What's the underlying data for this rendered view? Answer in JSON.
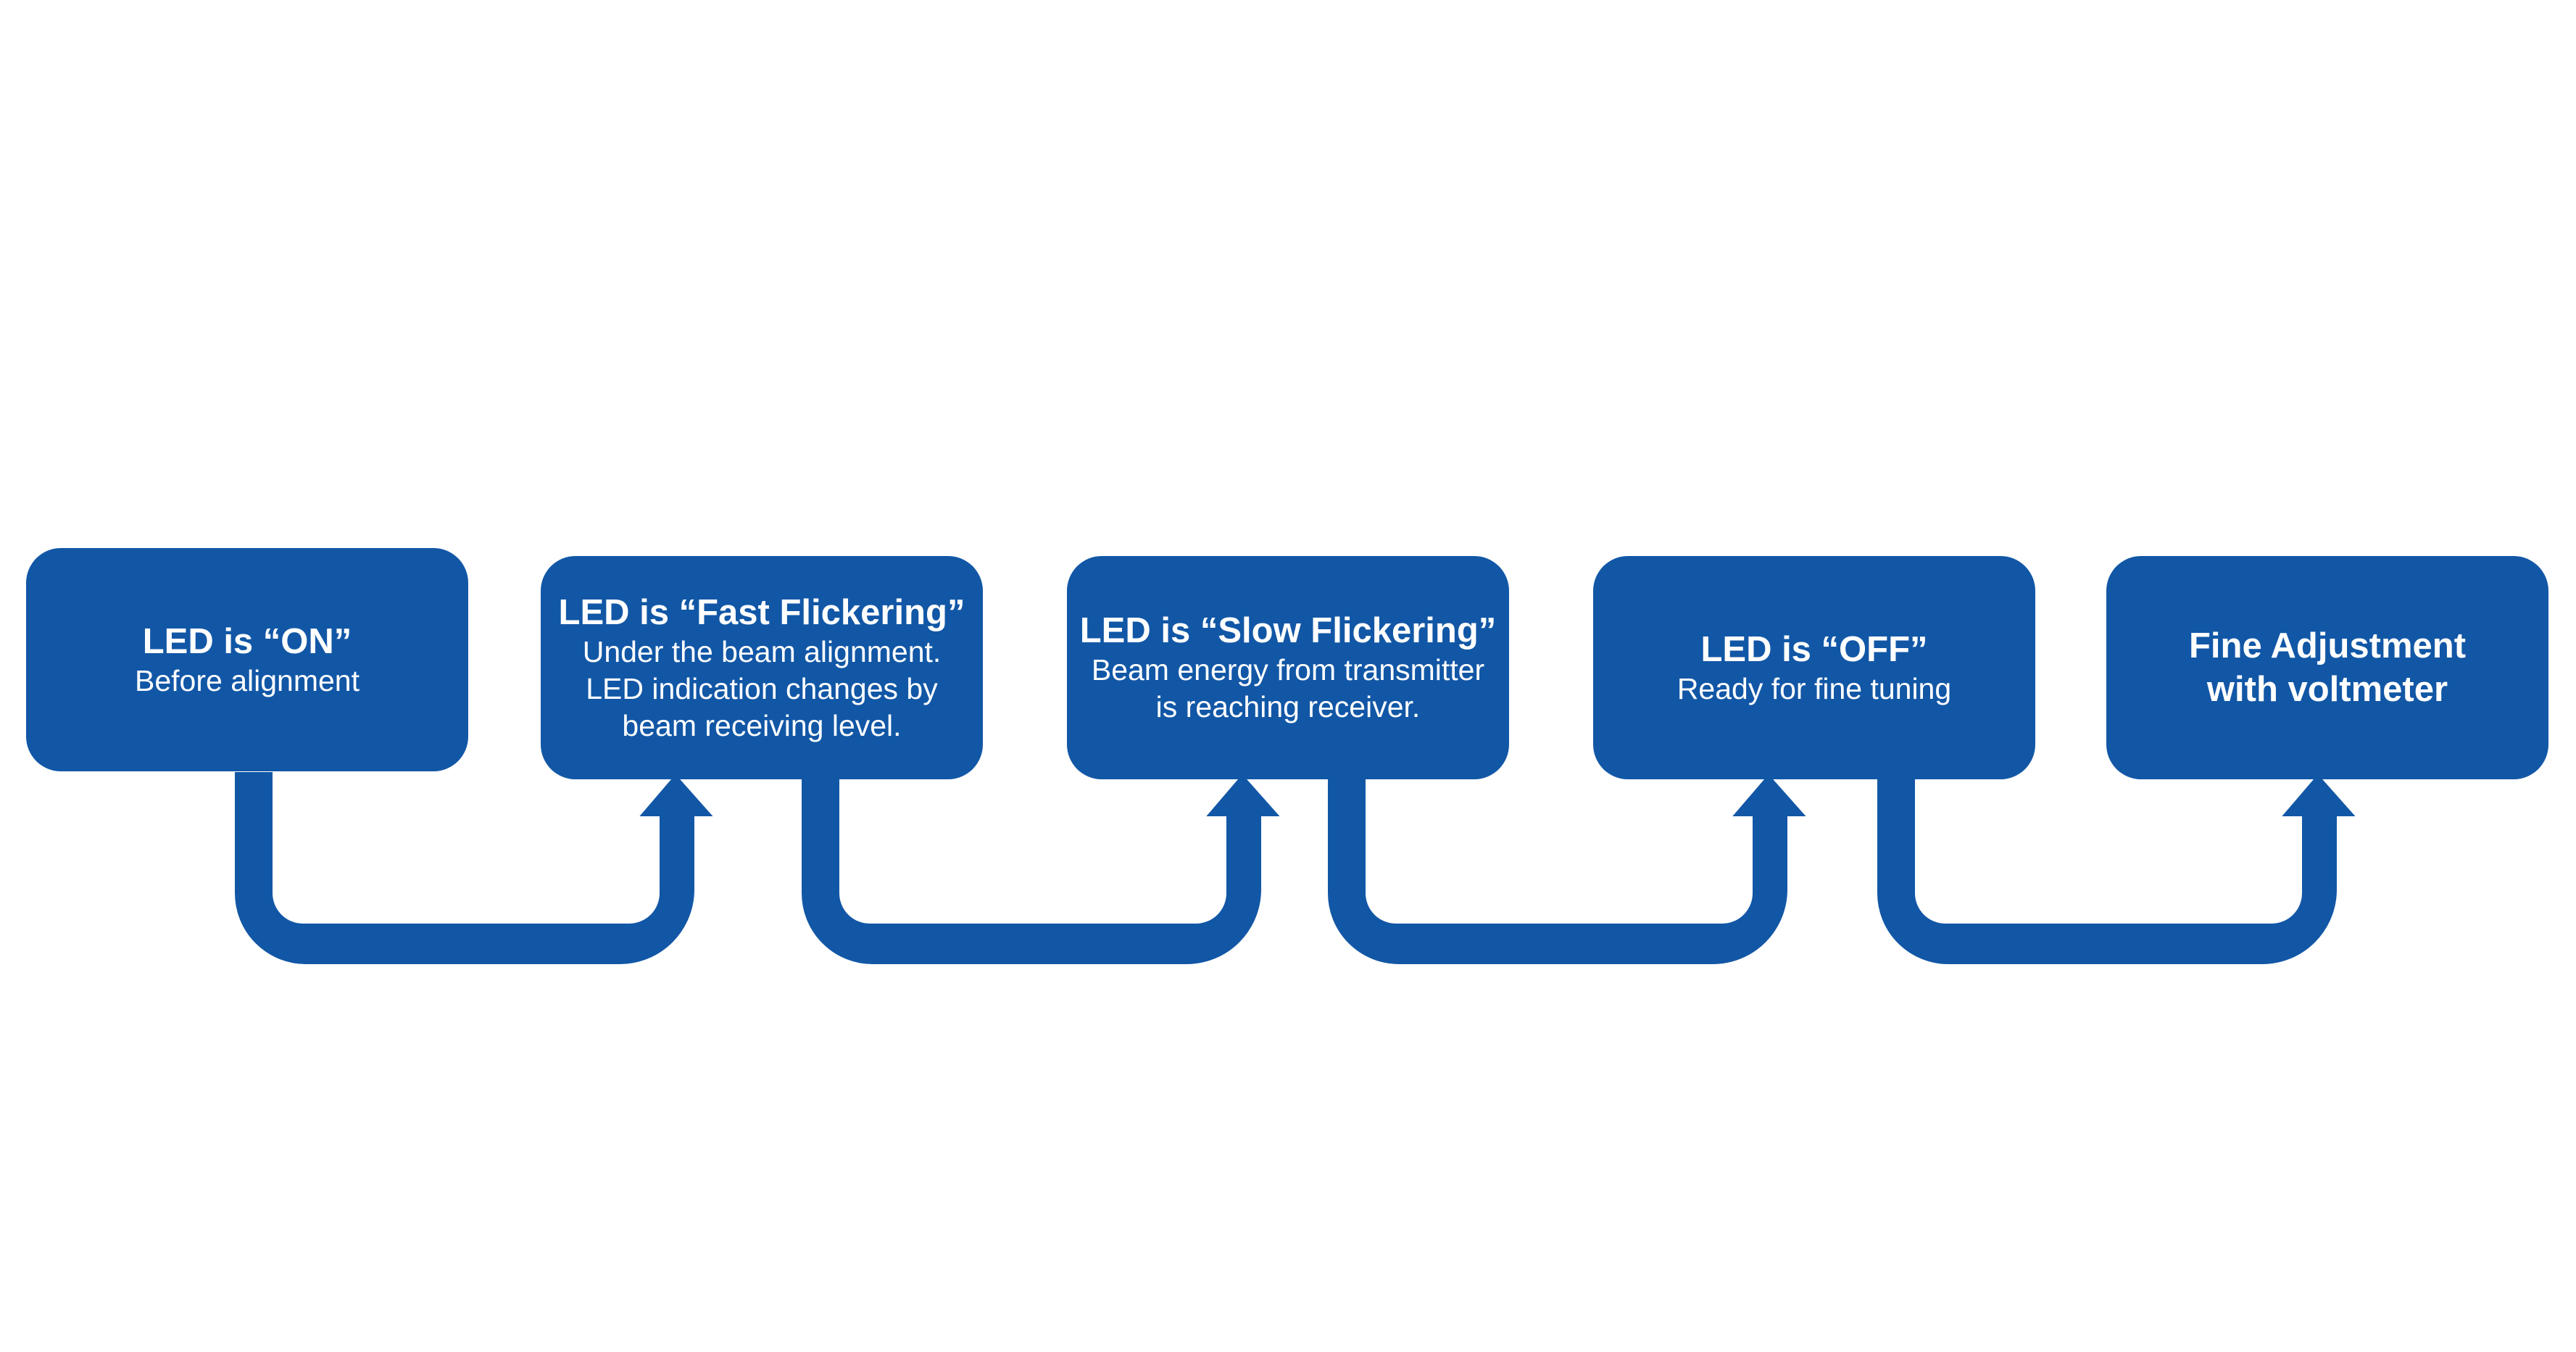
{
  "colors": {
    "primary": "#1257a6",
    "background": "#ffffff",
    "text": "#ffffff"
  },
  "steps": [
    {
      "title": "LED is “ON”",
      "description": "Before alignment"
    },
    {
      "title": "LED is “Fast Flickering”",
      "description": "Under the beam alignment.\nLED indication changes by\nbeam receiving level."
    },
    {
      "title": "LED is “Slow Flickering”",
      "description": "Beam energy from transmitter\nis reaching receiver."
    },
    {
      "title": "LED is “OFF”",
      "description": "Ready for fine tuning"
    },
    {
      "title": "Fine Adjustment\nwith voltmeter",
      "description": ""
    }
  ],
  "connectors": [
    {
      "from": 1,
      "to": 2,
      "arrow_icon": "arrow-up-icon"
    },
    {
      "from": 2,
      "to": 3,
      "arrow_icon": "arrow-up-icon"
    },
    {
      "from": 3,
      "to": 4,
      "arrow_icon": "arrow-up-icon"
    },
    {
      "from": 4,
      "to": 5,
      "arrow_icon": "arrow-up-icon"
    }
  ]
}
